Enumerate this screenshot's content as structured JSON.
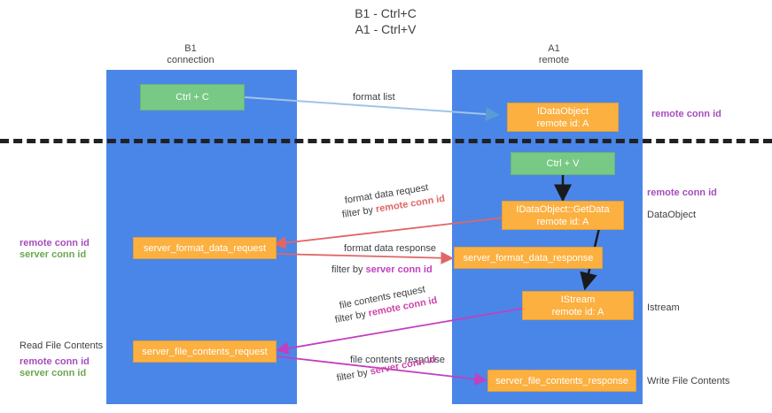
{
  "title_lines": [
    "B1 - Ctrl+C",
    "A1 - Ctrl+V"
  ],
  "lanes": [
    {
      "name": "B1",
      "sub": "connection"
    },
    {
      "name": "A1",
      "sub": "remote"
    }
  ],
  "boxes": {
    "ctrl_c": {
      "line1": "Ctrl + C",
      "line2": ""
    },
    "idataobject": {
      "line1": "IDataObject",
      "line2": "remote id: A"
    },
    "ctrl_v": {
      "line1": "Ctrl + V",
      "line2": ""
    },
    "getdata": {
      "line1": "IDataObject::GetData",
      "line2": "remote id: A"
    },
    "server_format_data_request": {
      "line1": "server_format_data_request",
      "line2": ""
    },
    "server_format_data_response": {
      "line1": "server_format_data_response",
      "line2": ""
    },
    "istream": {
      "line1": "IStream",
      "line2": "remote id: A"
    },
    "server_file_contents_request": {
      "line1": "server_file_contents_request",
      "line2": ""
    },
    "server_file_contents_response": {
      "line1": "server_file_contents_response",
      "line2": ""
    }
  },
  "arrow_labels": {
    "format_list": "format list",
    "format_data_request": "format data request",
    "format_data_request_filter_prefix": "filter by ",
    "format_data_request_filter_key": "remote conn id",
    "format_data_response": "format data response",
    "format_data_response_filter_prefix": "filter by ",
    "format_data_response_filter_key": "server conn id",
    "file_contents_request": "file contents request",
    "file_contents_request_filter_prefix": "filter by ",
    "file_contents_request_filter_key": "remote conn id",
    "file_contents_response": "file contents response",
    "file_contents_response_filter_prefix": "filter by ",
    "file_contents_response_filter_key": "server conn id"
  },
  "right_labels": {
    "remote_conn_id_top": "remote conn id",
    "remote_conn_id_mid": "remote conn id",
    "dataobject": "DataObject",
    "istream": "Istream",
    "write_file_contents": "Write File Contents"
  },
  "left_labels": {
    "remote_conn_id_mid": "remote conn id",
    "server_conn_id_mid": "server conn id",
    "read_file_contents": "Read File Contents",
    "remote_conn_id_bot": "remote conn id",
    "server_conn_id_bot": "server conn id"
  },
  "colors": {
    "lane": "#4a86e8",
    "green_box": "#77c985",
    "orange_box": "#fbb040",
    "purple": "#a64dbd",
    "green_text": "#6aa84f",
    "red_arrow": "#e06666",
    "magenta_arrow": "#c13fc1",
    "blue_arrow": "#9fc5e8",
    "divider": "#202124"
  }
}
